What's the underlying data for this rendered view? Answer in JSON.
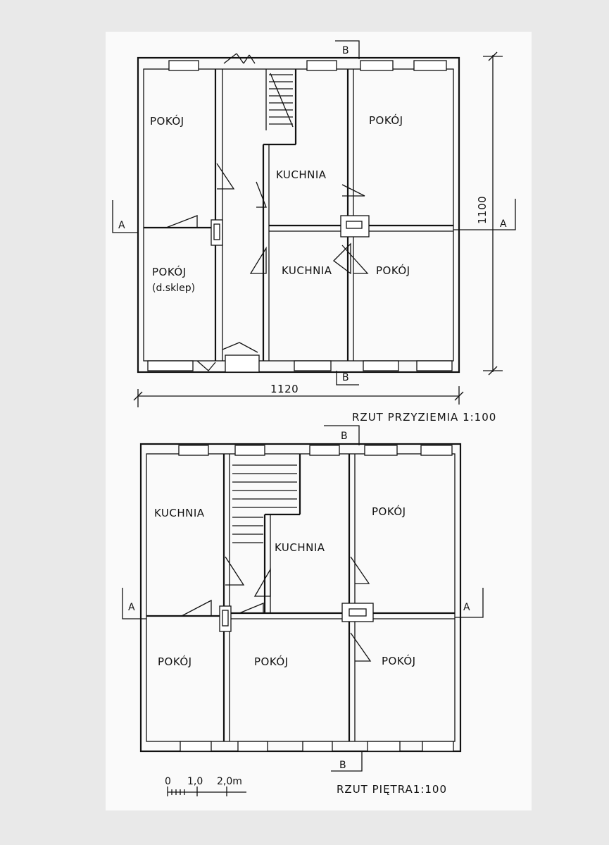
{
  "ground_floor": {
    "title": "RZUT PRZYZIEMIA 1:100",
    "rooms": {
      "nw": "POKÓJ",
      "ne": "POKÓJ",
      "kitchen_upper": "KUCHNIA",
      "sw_line1": "POKÓJ",
      "sw_line2": "(d.sklep)",
      "kitchen_lower": "KUCHNIA",
      "se": "POKÓJ"
    },
    "dim_width": "1120",
    "dim_height": "1100",
    "section_a": "A",
    "section_b": "B"
  },
  "first_floor": {
    "title": "RZUT PIĘTRA1:100",
    "rooms": {
      "nw": "KUCHNIA",
      "ne": "POKÓJ",
      "kitchen_mid": "KUCHNIA",
      "sw": "POKÓJ",
      "s_mid": "POKÓJ",
      "se": "POKÓJ"
    },
    "section_a": "A",
    "section_b": "B"
  },
  "scale_bar": {
    "ticks": [
      "0",
      "1,0",
      "2,0m"
    ]
  }
}
